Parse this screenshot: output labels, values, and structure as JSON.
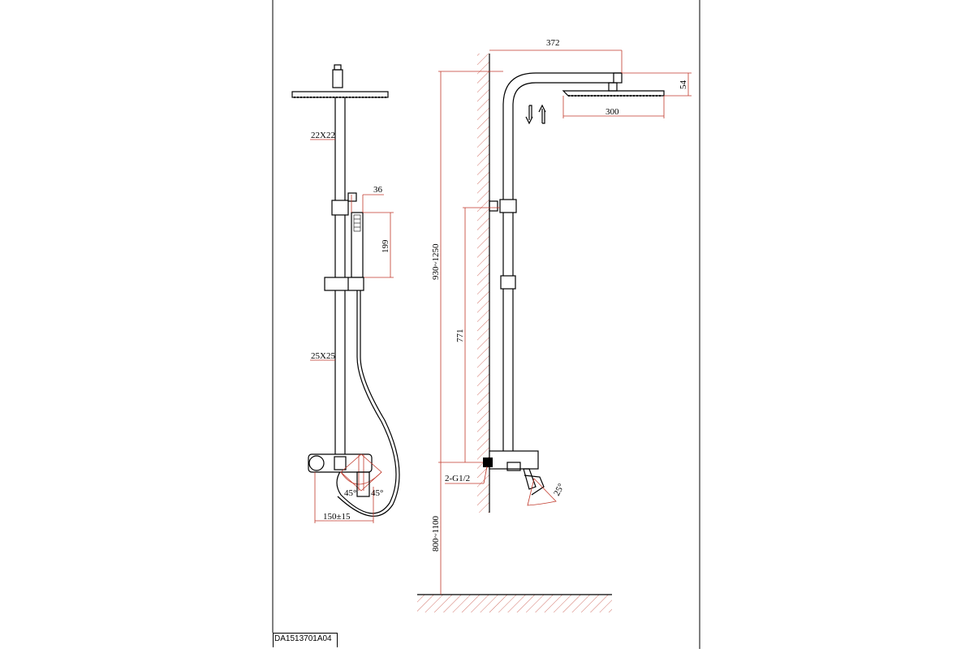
{
  "labels": {
    "tube_top": "22X22",
    "tube_bottom": "25X25",
    "hand_width": "36",
    "hand_length": "199",
    "angle_left": "45°",
    "angle_right": "45°",
    "mixer_spacing": "150±15",
    "arm_reach": "372",
    "head_width": "300",
    "head_height": "54",
    "total_height": "930~1250",
    "slide_height": "771",
    "inlet": "2-G1/2",
    "floor_height": "800~1100",
    "spout_angle": "25°"
  },
  "drawing_code": "DA1513701A04",
  "colors": {
    "dimension": "#c0392b",
    "line": "#000000"
  }
}
